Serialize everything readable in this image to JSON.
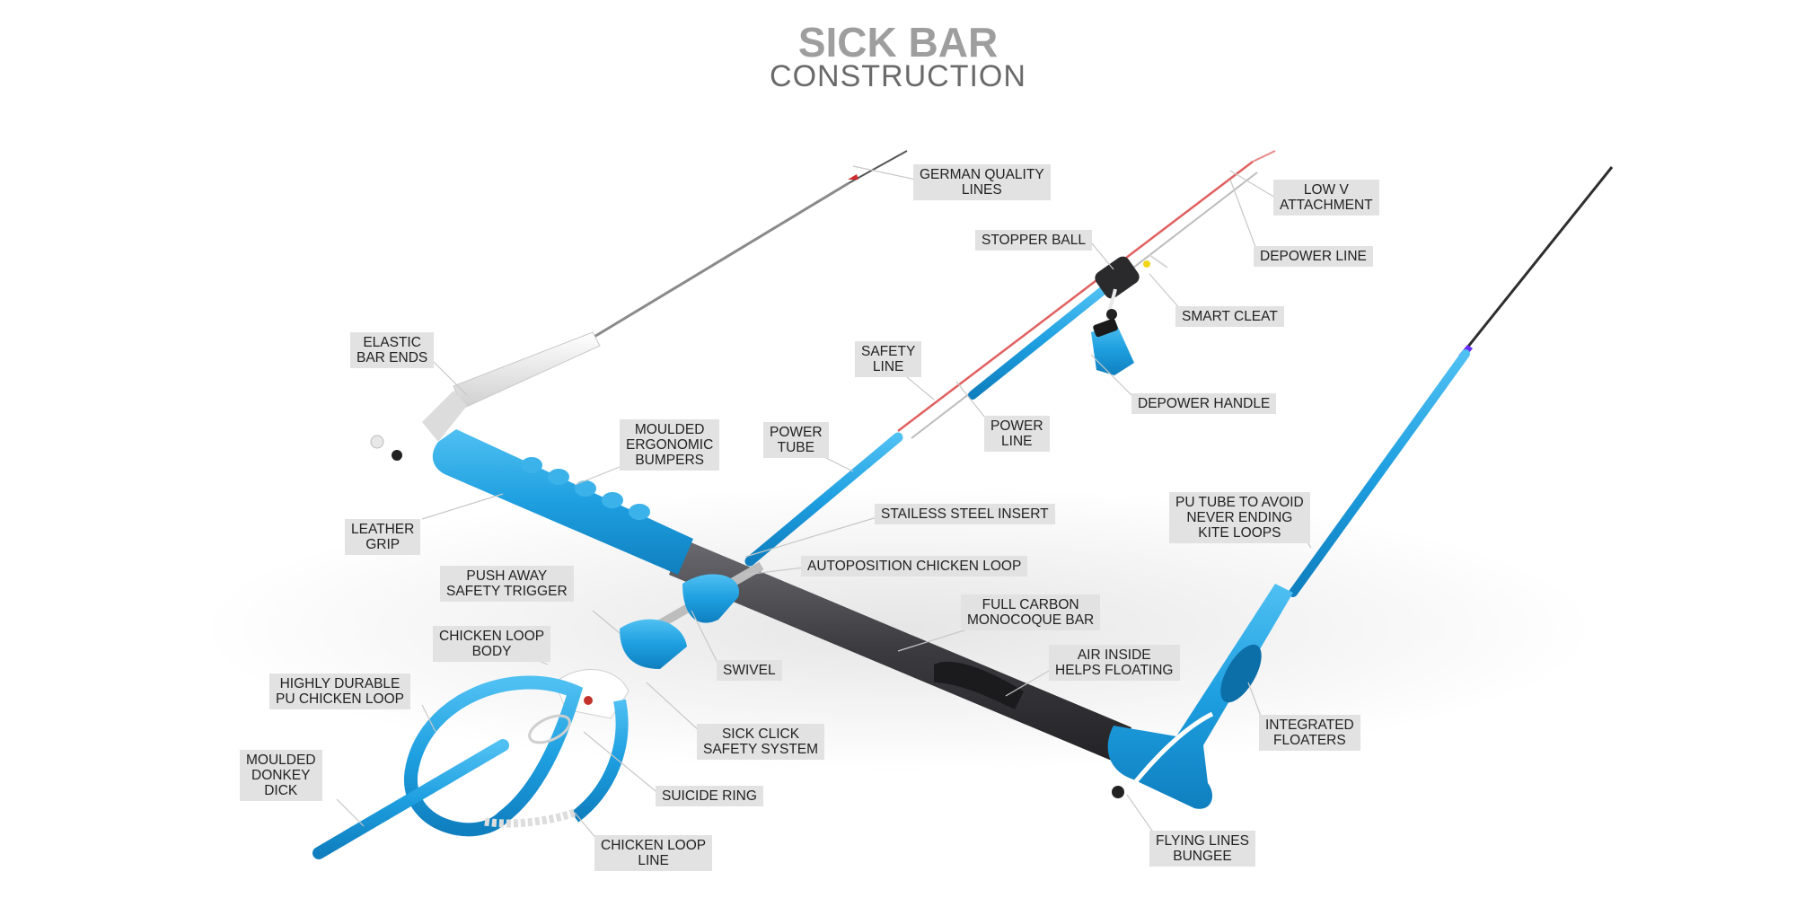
{
  "header": {
    "title": "SICK BAR",
    "subtitle": "CONSTRUCTION"
  },
  "colors": {
    "bar_blue": "#1e9fe0",
    "carbon": "#3b3b3f",
    "label_bg": "#e2e2e2",
    "line_red": "#e05a5a"
  },
  "labels": {
    "german_quality_lines": [
      "GERMAN QUALITY",
      "LINES"
    ],
    "low_v_attachment": [
      "LOW V",
      "ATTACHMENT"
    ],
    "stopper_ball": [
      "STOPPER BALL"
    ],
    "depower_line": [
      "DEPOWER LINE"
    ],
    "smart_cleat": [
      "SMART CLEAT"
    ],
    "elastic_bar_ends": [
      "ELASTIC",
      "BAR ENDS"
    ],
    "safety_line": [
      "SAFETY",
      "LINE"
    ],
    "depower_handle": [
      "DEPOWER HANDLE"
    ],
    "moulded_ergonomic_bumpers": [
      "MOULDED",
      "ERGONOMIC",
      "BUMPERS"
    ],
    "power_tube": [
      "POWER",
      "TUBE"
    ],
    "power_line": [
      "POWER",
      "LINE"
    ],
    "pu_tube": [
      "PU TUBE TO AVOID",
      "NEVER ENDING",
      "KITE LOOPS"
    ],
    "stailess_steel_insert": [
      "STAILESS STEEL INSERT"
    ],
    "leather_grip": [
      "LEATHER",
      "GRIP"
    ],
    "autoposition_chicken_loop": [
      "AUTOPOSITION CHICKEN LOOP"
    ],
    "push_away_safety_trigger": [
      "PUSH AWAY",
      "SAFETY TRIGGER"
    ],
    "full_carbon_bar": [
      "FULL CARBON",
      "MONOCOQUE BAR"
    ],
    "chicken_loop_body": [
      "CHICKEN LOOP",
      "BODY"
    ],
    "air_inside": [
      "AIR INSIDE",
      "HELPS FLOATING"
    ],
    "swivel": [
      "SWIVEL"
    ],
    "highly_durable_pu": [
      "HIGHLY DURABLE",
      "PU CHICKEN LOOP"
    ],
    "integrated_floaters": [
      "INTEGRATED",
      "FLOATERS"
    ],
    "sick_click": [
      "SICK CLICK",
      "SAFETY SYSTEM"
    ],
    "moulded_donkey_dick": [
      "MOULDED",
      "DONKEY",
      "DICK"
    ],
    "suicide_ring": [
      "SUICIDE RING"
    ],
    "flying_lines_bungee": [
      "FLYING LINES",
      "BUNGEE"
    ],
    "chicken_loop_line": [
      "CHICKEN LOOP",
      "LINE"
    ]
  }
}
